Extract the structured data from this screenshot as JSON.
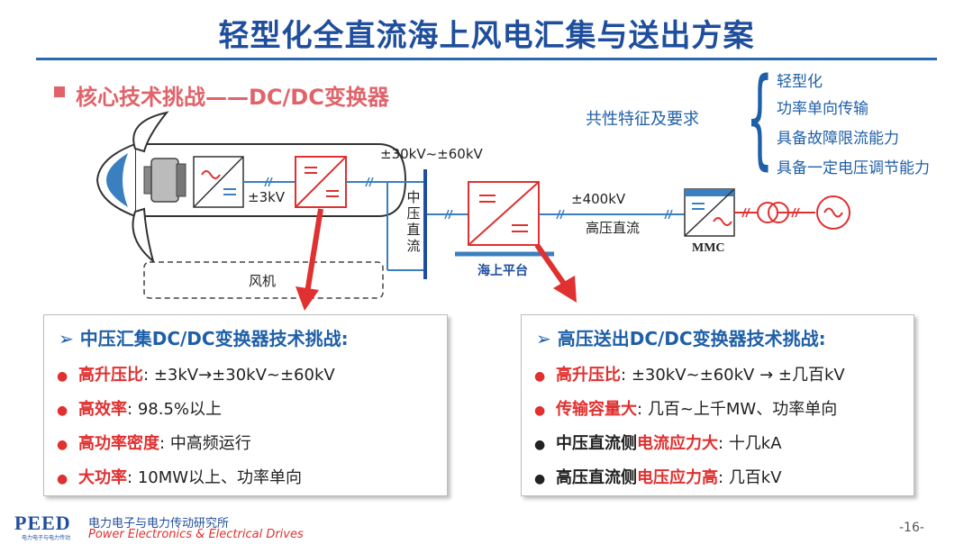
{
  "title": "轻型化全直流海上风电汇集与送出方案",
  "section_title": "核心技术挑战——DC/DC变换器",
  "requirements": {
    "label": "共性特征及要求",
    "items": [
      "轻型化",
      "功率单向传输",
      "具备故障限流能力",
      "具备一定电压调节能力"
    ]
  },
  "diagram": {
    "v_low": "±3kV",
    "v_mid": "±30kV~±60kV",
    "mid_bus": "中压直流",
    "v_high": "±400kV",
    "hv_label": "高压直流",
    "platform": "海上平台",
    "mmc": "MMC",
    "turbine": "风机"
  },
  "left_panel": {
    "heading": "➢ 中压汇集DC/DC变换器技术挑战:",
    "rows": [
      {
        "key": "高升压比",
        "sep": ":",
        "value": "±3kV→±30kV~±60kV"
      },
      {
        "key": "高效率",
        "sep": ":",
        "value": "98.5%以上"
      },
      {
        "key": "高功率密度",
        "sep": ":",
        "value": "中高频运行"
      },
      {
        "key": "大功率",
        "sep": ":",
        "value": "10MW以上、功率单向"
      }
    ]
  },
  "right_panel": {
    "heading": "➢ 高压送出DC/DC变换器技术挑战:",
    "rows": [
      {
        "key": "高升压比",
        "sep": ":",
        "value": "±30kV~±60kV → ±几百kV"
      },
      {
        "key": "传输容量大",
        "sep": ":",
        "value": "几百~上千MW、功率单向"
      },
      {
        "prefix": "中压直流侧",
        "key": "电流应力大",
        "sep": ":",
        "value": "十几kA"
      },
      {
        "prefix": "高压直流侧",
        "key": "电压应力高",
        "sep": ":",
        "value": "几百kV"
      }
    ]
  },
  "footer": {
    "logo": "PEED",
    "logo_sub": "电力电子与电力传动",
    "org_cn": "电力电子与电力传动研究所",
    "org_en": "Power Electronics & Electrical Drives",
    "page": "-16-"
  },
  "colors": {
    "title": "#1f4e9c",
    "accent_red": "#e03030",
    "section": "#e0636a",
    "line_blue": "#3a7fc0"
  }
}
